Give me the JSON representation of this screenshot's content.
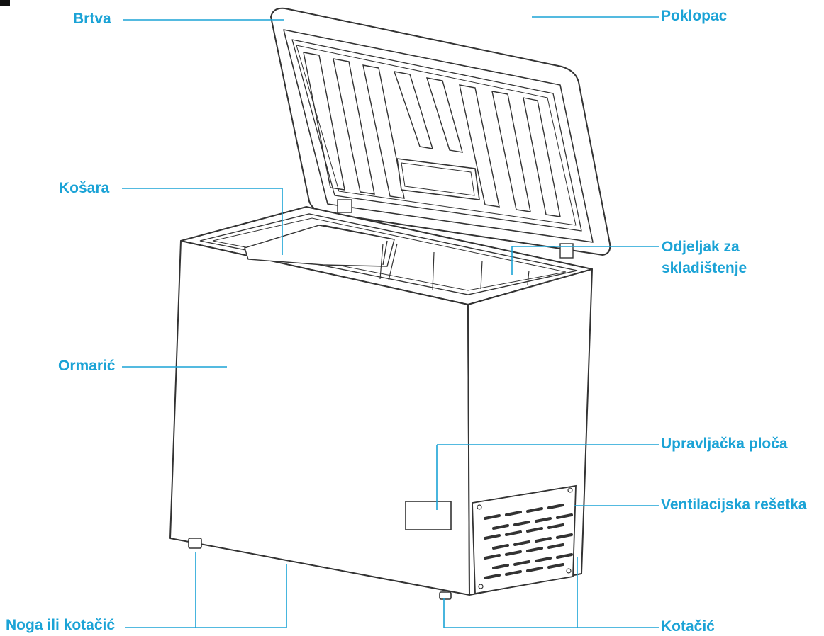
{
  "colors": {
    "accent": "#1ba3d6",
    "line": "#1ba3d6",
    "drawing": "#333333",
    "background": "#ffffff"
  },
  "labels": {
    "brtva": "Brtva",
    "poklopac": "Poklopac",
    "kosara": "Košara",
    "odjeljak_line1": "Odjeljak za",
    "odjeljak_line2": "skladištenje",
    "ormaric": "Ormarić",
    "upravljacka": "Upravljačka ploča",
    "ventilacijska": "Ventilacijska rešetka",
    "noga": "Noga ili kotačić",
    "kotacic": "Kotačić"
  }
}
